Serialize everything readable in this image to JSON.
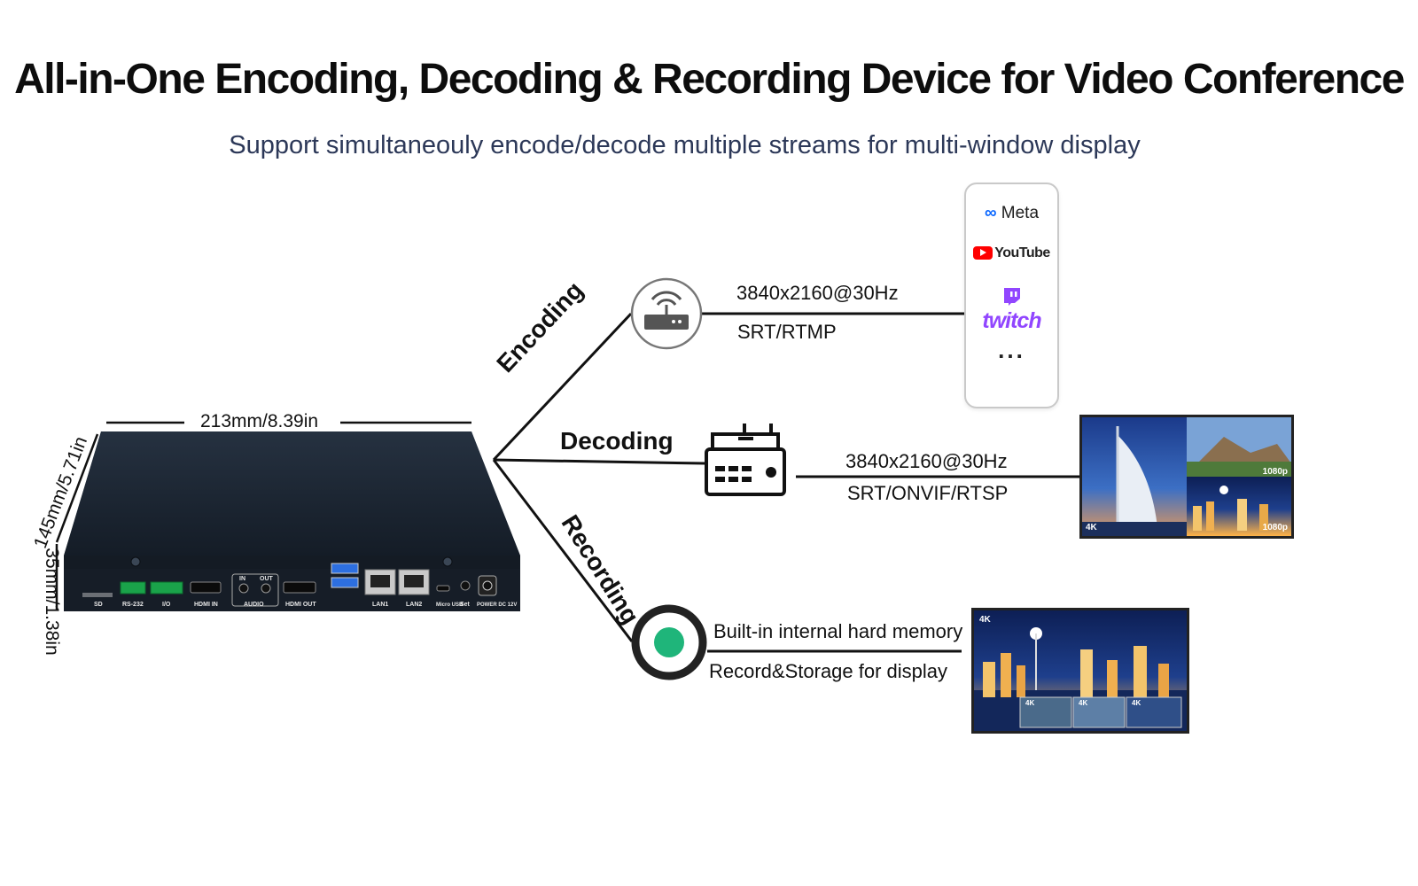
{
  "header": {
    "title": "All-in-One Encoding, Decoding & Recording Device for Video Conference",
    "subtitle": "Support simultaneouly encode/decode multiple streams for multi-window display"
  },
  "device": {
    "width_label": "213mm/8.39in",
    "depth_label": "145mm/5.71in",
    "height_label": "35mm/1.38in",
    "port_labels": [
      "SD",
      "RS-232",
      "I/O",
      "HDMI IN",
      "AUDIO",
      "IN",
      "OUT",
      "HDMI OUT",
      "LAN1",
      "LAN2",
      "Micro USB",
      "Set",
      "POWER DC 12V"
    ]
  },
  "branches": {
    "encoding": {
      "label": "Encoding",
      "resolution": "3840x2160@30Hz",
      "protocol": "SRT/RTMP",
      "platforms": [
        "Meta",
        "YouTube",
        "twitch",
        "..."
      ]
    },
    "decoding": {
      "label": "Decoding",
      "resolution": "3840x2160@30Hz",
      "protocol": "SRT/ONVIF/RTSP",
      "badges": [
        "4K",
        "1080p",
        "1080p"
      ]
    },
    "recording": {
      "label": "Recording",
      "line1": "Built-in internal hard memory",
      "line2": "Record&Storage for display",
      "badges": [
        "4K",
        "4K",
        "4K",
        "4K"
      ]
    }
  },
  "colors": {
    "subtitle": "#2c3858",
    "device_body": "#1a2330",
    "record_dot": "#1fb57a",
    "twitch": "#9146ff",
    "youtube": "#ff0000",
    "meta": "#0866ff"
  },
  "icons": {
    "encoding": "router-icon",
    "decoding": "decoder-icon",
    "recording": "record-icon"
  }
}
